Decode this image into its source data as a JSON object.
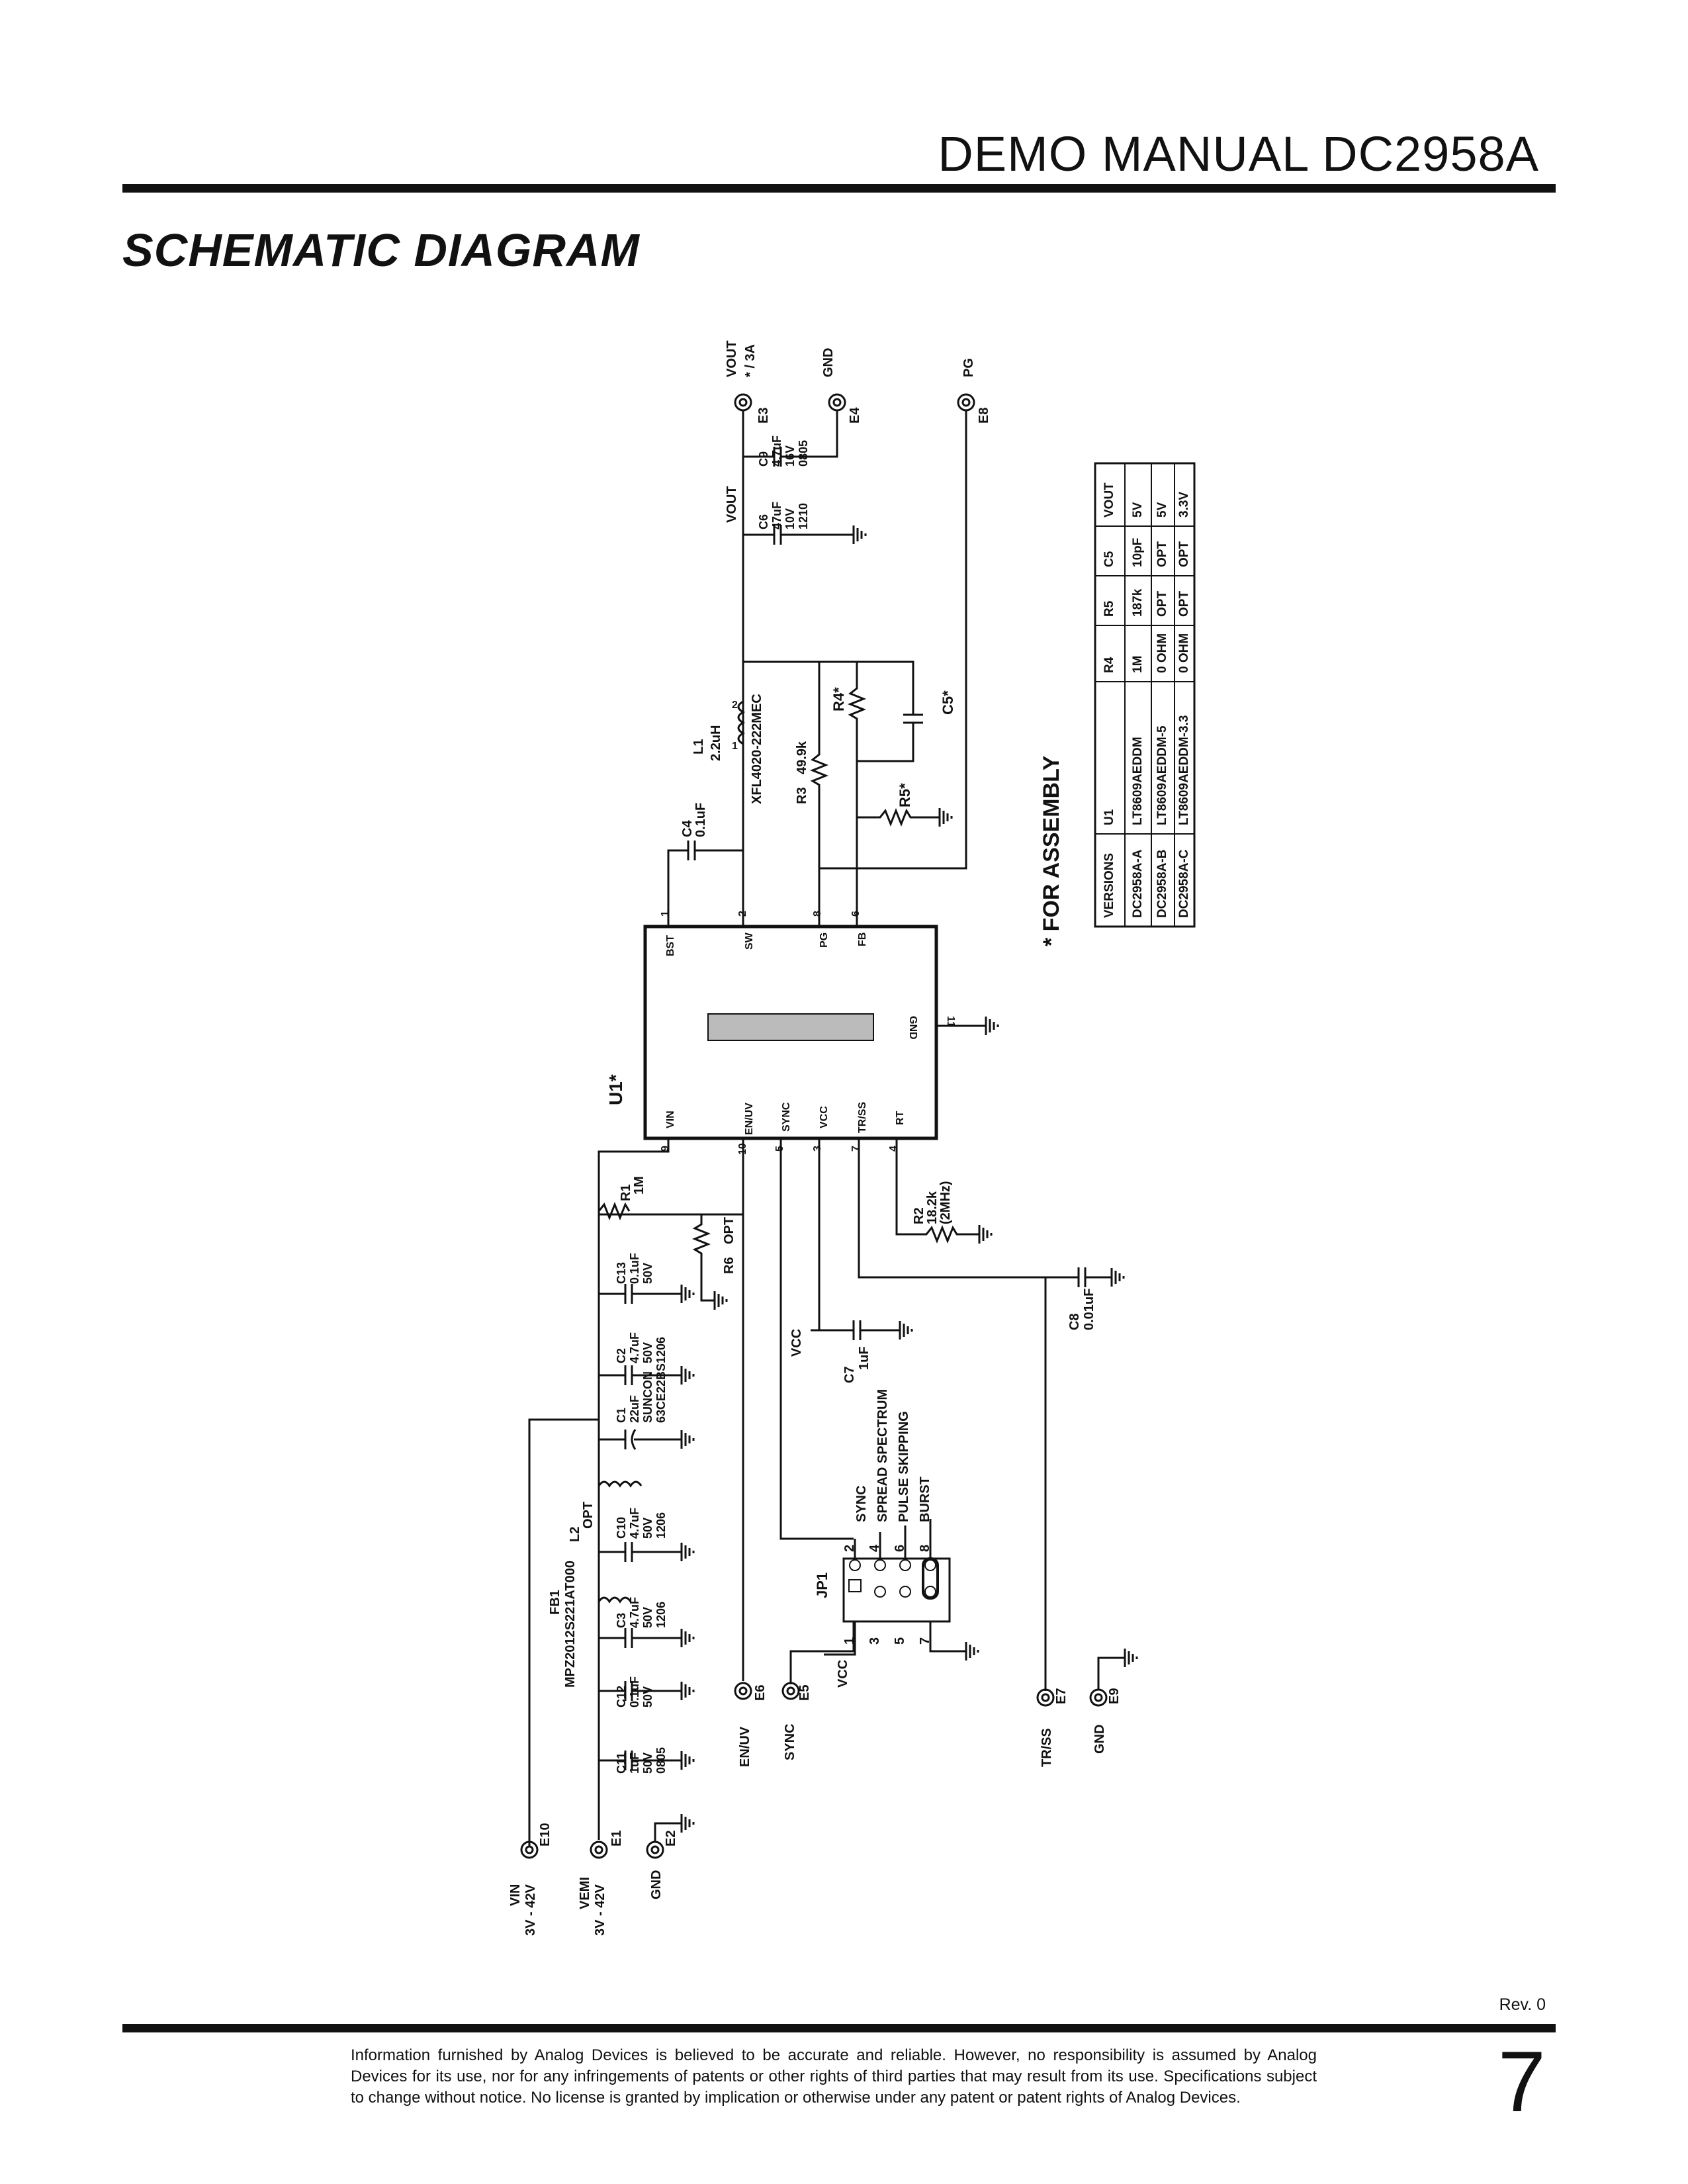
{
  "header": {
    "title": "DEMO MANUAL DC2958A"
  },
  "section": {
    "title": "SCHEMATIC DIAGRAM"
  },
  "assembly_note": "* FOR ASSEMBLY",
  "ic": {
    "ref": "U1*",
    "pins": {
      "bst": {
        "name": "BST",
        "num": "1"
      },
      "sw": {
        "name": "SW",
        "num": "2"
      },
      "pg": {
        "name": "PG",
        "num": "8"
      },
      "fb": {
        "name": "FB",
        "num": "6"
      },
      "gnd": {
        "name": "GND",
        "num": "11"
      },
      "vin": {
        "name": "VIN",
        "num": "9"
      },
      "enuv": {
        "name": "EN/UV",
        "num": "10"
      },
      "sync": {
        "name": "SYNC",
        "num": "5"
      },
      "vcc": {
        "name": "VCC",
        "num": "3"
      },
      "trss": {
        "name": "TR/SS",
        "num": "7"
      },
      "rt": {
        "name": "RT",
        "num": "4"
      }
    }
  },
  "terminals": {
    "e3": {
      "ref": "E3",
      "label": "VOUT",
      "note": "* / 3A"
    },
    "e4": {
      "ref": "E4",
      "label": "GND"
    },
    "e8": {
      "ref": "E8",
      "label": "PG"
    },
    "e10": {
      "ref": "E10",
      "label": "VIN",
      "range": "3V - 42V"
    },
    "e1": {
      "ref": "E1",
      "label": "VEMI",
      "range": "3V - 42V"
    },
    "e2": {
      "ref": "E2",
      "label": "GND"
    },
    "e6": {
      "ref": "E6",
      "label": "EN/UV"
    },
    "e5": {
      "ref": "E5",
      "label": "SYNC"
    },
    "e7": {
      "ref": "E7",
      "label": "TR/SS"
    },
    "e9": {
      "ref": "E9",
      "label": "GND"
    }
  },
  "net_labels": {
    "vout": "VOUT",
    "vcc_c7": "VCC",
    "vcc_jp1": "VCC"
  },
  "components": {
    "c9": [
      "C9",
      "4.7uF",
      "16V",
      "0805"
    ],
    "c6": [
      "C6",
      "47uF",
      "10V",
      "1210"
    ],
    "l1": [
      "L1",
      "2.2uH"
    ],
    "l1_part": "XFL4020-222MEC",
    "c4": [
      "C4",
      "0.1uF"
    ],
    "r3": [
      "R3",
      "49.9k"
    ],
    "r4": "R4*",
    "c5": "C5*",
    "r5": "R5*",
    "r1": [
      "R1",
      "1M"
    ],
    "r6": [
      "R6",
      "OPT"
    ],
    "r2": [
      "R2",
      "18.2k",
      "(2MHz)"
    ],
    "c8": [
      "C8",
      "0.01uF"
    ],
    "c7": [
      "C7",
      "1uF"
    ],
    "c13": [
      "C13",
      "0.1uF",
      "50V"
    ],
    "c2": [
      "C2",
      "4.7uF",
      "50V",
      "1206"
    ],
    "c1": [
      "C1",
      "22uF",
      "SUNCON",
      "63CE22BS"
    ],
    "l2": [
      "L2",
      "OPT"
    ],
    "c10": [
      "C10",
      "4.7uF",
      "50V",
      "1206"
    ],
    "fb1": [
      "FB1",
      "MPZ2012S221AT000"
    ],
    "c3": [
      "C3",
      "4.7uF",
      "50V",
      "1206"
    ],
    "c12": [
      "C12",
      "0.1uF",
      "50V"
    ],
    "c11": [
      "C11",
      "1uF",
      "50V",
      "0805"
    ]
  },
  "jp1": {
    "ref": "JP1",
    "modes": [
      "SYNC",
      "SPREAD SPECTRUM",
      "PULSE SKIPPING",
      "BURST"
    ],
    "pins_top": [
      "2",
      "4",
      "6",
      "8"
    ],
    "pins_bottom": [
      "1",
      "3",
      "5",
      "7"
    ]
  },
  "versions_table": {
    "headers": [
      "VERSIONS",
      "U1",
      "R4",
      "R5",
      "C5",
      "VOUT"
    ],
    "rows": [
      [
        "DC2958A-A",
        "LT8609AEDDM",
        "1M",
        "187k",
        "10pF",
        "5V"
      ],
      [
        "DC2958A-B",
        "LT8609AEDDM-5",
        "0 OHM",
        "OPT",
        "OPT",
        "5V"
      ],
      [
        "DC2958A-C",
        "LT8609AEDDM-3.3",
        "0 OHM",
        "OPT",
        "OPT",
        "3.3V"
      ]
    ]
  },
  "footer": {
    "rev": "Rev. 0",
    "page": "7",
    "disclaimer": "Information furnished by Analog Devices is believed to be accurate and reliable. However, no responsibility is assumed by Analog Devices for its use, nor for any infringements of patents or other rights of third parties that may result from its use. Specifications subject to change without notice. No license is granted by implication or otherwise under any patent or patent rights of Analog Devices."
  }
}
